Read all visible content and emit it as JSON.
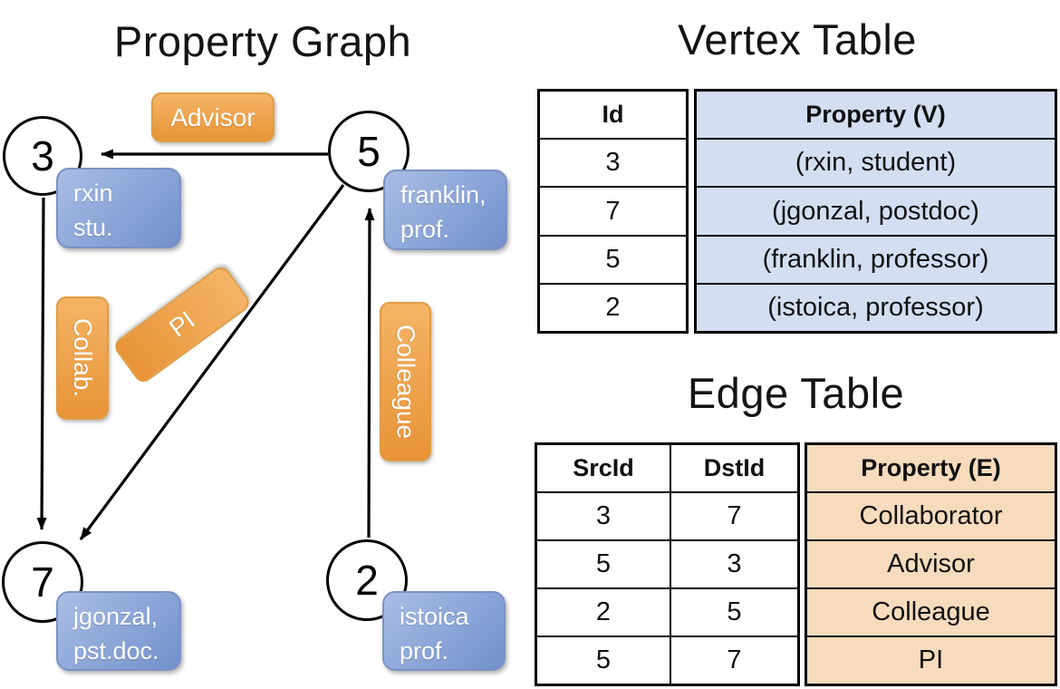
{
  "colors": {
    "edge_label_orange": "#ED9D3F",
    "property_box_blue": "#87A4D7",
    "vertex_cell_fill": "#D3DEF2",
    "edge_cell_fill": "#F6DCBD",
    "line_black": "#000000"
  },
  "graph": {
    "title": "Property Graph",
    "nodes": [
      {
        "id": "3"
      },
      {
        "id": "5"
      },
      {
        "id": "7"
      },
      {
        "id": "2"
      }
    ],
    "edge_labels": {
      "advisor": "Advisor",
      "collab": "Collab.",
      "pi": "PI",
      "colleague": "Colleague"
    },
    "prop_boxes": {
      "rxin": {
        "line1": "rxin",
        "line2": "stu."
      },
      "franklin": {
        "line1": "franklin,",
        "line2": "prof."
      },
      "jgonzal": {
        "line1": "jgonzal,",
        "line2": "pst.doc."
      },
      "istoica": {
        "line1": "istoica",
        "line2": "prof."
      }
    }
  },
  "vertex_table": {
    "title": "Vertex Table",
    "columns": [
      "Id",
      "Property (V)"
    ],
    "rows": [
      [
        "3",
        "(rxin, student)"
      ],
      [
        "7",
        "(jgonzal, postdoc)"
      ],
      [
        "5",
        "(franklin, professor)"
      ],
      [
        "2",
        "(istoica, professor)"
      ]
    ]
  },
  "edge_table": {
    "title": "Edge Table",
    "columns": [
      "SrcId",
      "DstId",
      "Property (E)"
    ],
    "rows": [
      [
        "3",
        "7",
        "Collaborator"
      ],
      [
        "5",
        "3",
        "Advisor"
      ],
      [
        "2",
        "5",
        "Colleague"
      ],
      [
        "5",
        "7",
        "PI"
      ]
    ]
  }
}
